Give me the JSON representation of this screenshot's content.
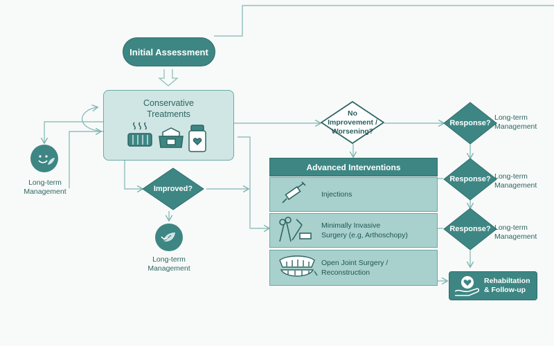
{
  "nodes": {
    "initial_assessment": "Initial Assessment",
    "conservative_treatments": "Conservative\nTreatments",
    "no_improvement": "No\nImprovement /\nWorsening?",
    "improved": "Improved?",
    "advanced_interventions": "Advanced Interventions",
    "injections": "Injections",
    "minimally_invasive": "Minimally Invasive\nSurgery (e.g, Arthoschopy)",
    "open_joint_surgery": "Open Joint Surgery /\nReconstruction",
    "response_1": "Response?",
    "response_2": "Response?",
    "response_3": "Response?",
    "rehab": "Rehabiltation\n& Follow-up",
    "lt_left": "Long-term\nManagement",
    "lt_improved": "Long-term\nManagement",
    "lt_r1": "Long-term\nManagement",
    "lt_r2": "Long-term\nManagement",
    "lt_r3": "Long-term\nManagement"
  },
  "icons": {
    "left_management": "smiley-leaf-icon",
    "improved_management": "leaf-icon",
    "conservative": [
      "heat-pack-icon",
      "jaw-splint-icon",
      "medication-jar-icon"
    ],
    "injections": "syringe-icon",
    "minimally_invasive": "surgical-tools-icon",
    "open_joint_surgery": "teeth-icon",
    "rehab": "heart-hand-icon"
  },
  "colors": {
    "teal_dark": "#3d8683",
    "teal_light": "#cfe6e4",
    "teal_mid": "#a8d0cc",
    "line": "#7fb5b1"
  }
}
